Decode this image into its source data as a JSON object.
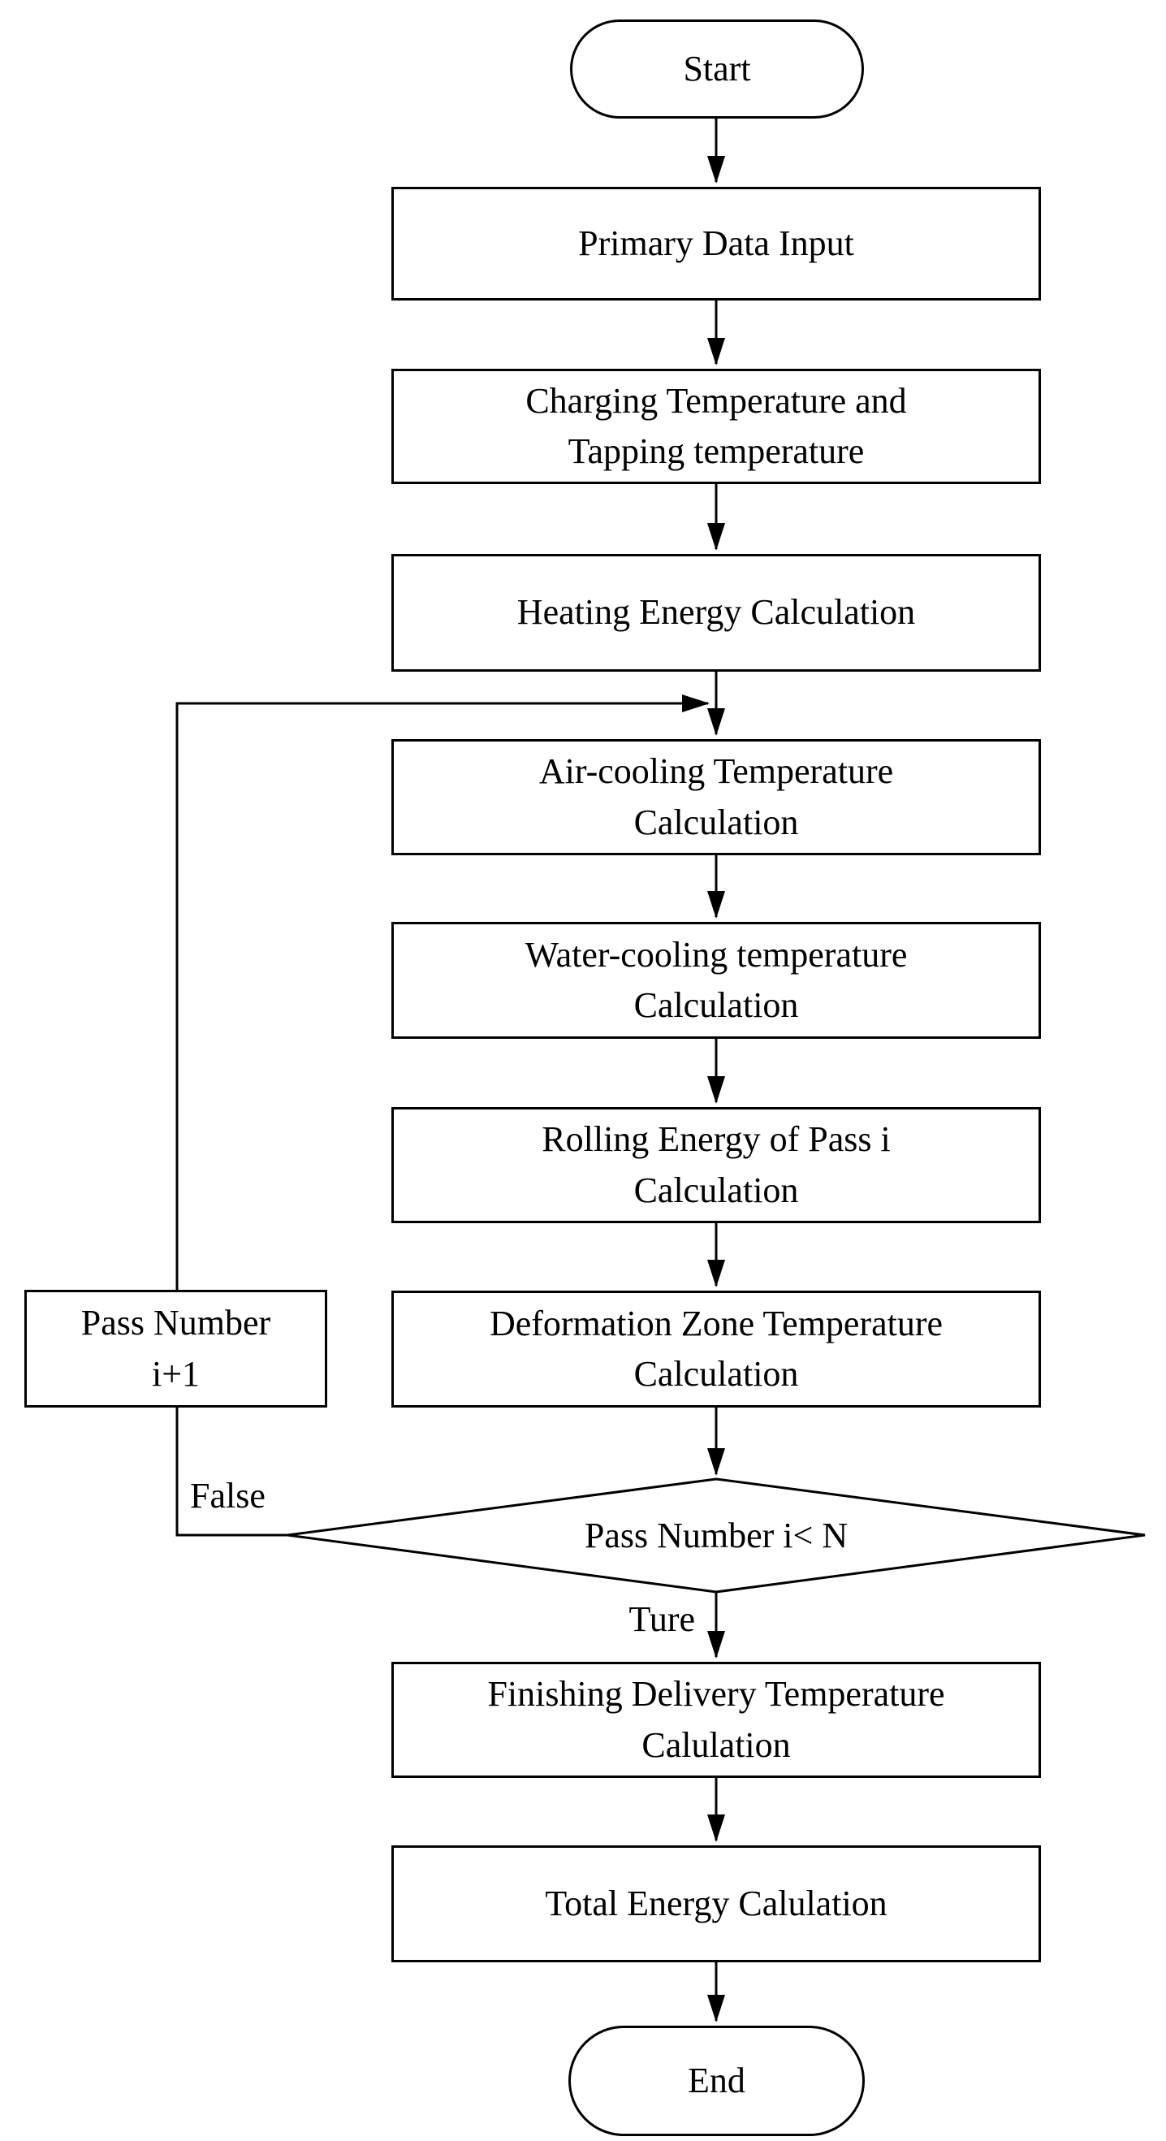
{
  "figure": {
    "type": "flowchart",
    "background_color": "#ffffff",
    "line_color": "#000000",
    "node_fill_color": "#ffffff",
    "text_color": "#000000"
  },
  "nodes": {
    "start": {
      "label": "Start"
    },
    "primary": {
      "line1": "Primary Data Input"
    },
    "charging": {
      "line1": "Charging Temperature and",
      "line2": "Tapping temperature"
    },
    "heating": {
      "line1": "Heating Energy Calculation"
    },
    "air_cooling": {
      "line1": "Air-cooling Temperature",
      "line2": "Calculation"
    },
    "water_cooling": {
      "line1": "Water-cooling temperature",
      "line2": "Calculation"
    },
    "rolling": {
      "line1": "Rolling Energy of Pass i",
      "line2": "Calculation"
    },
    "deformation": {
      "line1": "Deformation Zone Temperature",
      "line2": "Calculation"
    },
    "pass_increment": {
      "line1": "Pass Number",
      "line2": "i+1"
    },
    "decision": {
      "label": "Pass Number i< N"
    },
    "finishing": {
      "line1": "Finishing Delivery Temperature",
      "line2": "Calulation"
    },
    "total": {
      "line1": "Total Energy Calulation"
    },
    "end": {
      "label": "End"
    }
  },
  "edge_labels": {
    "false_branch": "False",
    "true_branch": "Ture"
  }
}
